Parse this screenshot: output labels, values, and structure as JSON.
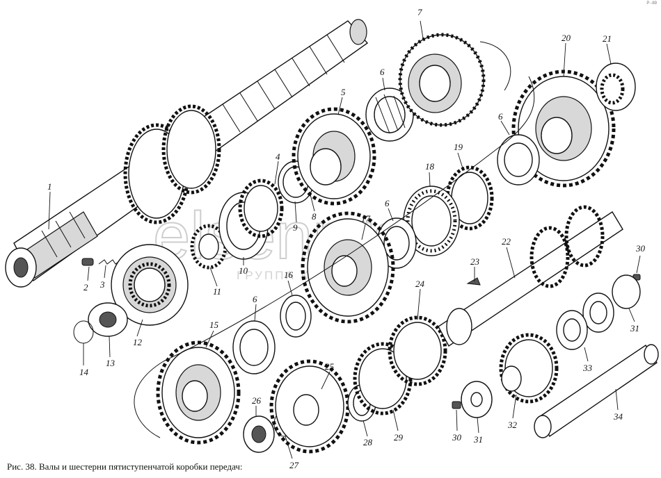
{
  "figure": {
    "caption": "Рис. 38. Валы и шестерни пятиступенчатой коробки передач:",
    "corner_mark": "Р·-89"
  },
  "watermark": {
    "brand": "elsenpro",
    "subtitle": "ГРУППА КОМПАНИЙ"
  },
  "part_numbers": [
    {
      "key": "p1",
      "label": "1"
    },
    {
      "key": "p2",
      "label": "2"
    },
    {
      "key": "p3",
      "label": "3"
    },
    {
      "key": "p4",
      "label": "4"
    },
    {
      "key": "p5",
      "label": "5"
    },
    {
      "key": "p6a",
      "label": "6"
    },
    {
      "key": "p6b",
      "label": "6"
    },
    {
      "key": "p6c",
      "label": "6"
    },
    {
      "key": "p6d",
      "label": "6"
    },
    {
      "key": "p7",
      "label": "7"
    },
    {
      "key": "p8",
      "label": "8"
    },
    {
      "key": "p9",
      "label": "9"
    },
    {
      "key": "p10",
      "label": "10"
    },
    {
      "key": "p11",
      "label": "11"
    },
    {
      "key": "p12",
      "label": "12"
    },
    {
      "key": "p13",
      "label": "13"
    },
    {
      "key": "p14",
      "label": "14"
    },
    {
      "key": "p15",
      "label": "15"
    },
    {
      "key": "p16",
      "label": "16"
    },
    {
      "key": "p17",
      "label": "17"
    },
    {
      "key": "p18",
      "label": "18"
    },
    {
      "key": "p19",
      "label": "19"
    },
    {
      "key": "p20",
      "label": "20"
    },
    {
      "key": "p21",
      "label": "21"
    },
    {
      "key": "p22",
      "label": "22"
    },
    {
      "key": "p23",
      "label": "23"
    },
    {
      "key": "p24",
      "label": "24"
    },
    {
      "key": "p25",
      "label": "25"
    },
    {
      "key": "p26",
      "label": "26"
    },
    {
      "key": "p27",
      "label": "27"
    },
    {
      "key": "p28",
      "label": "28"
    },
    {
      "key": "p29",
      "label": "29"
    },
    {
      "key": "p30a",
      "label": "30"
    },
    {
      "key": "p30b",
      "label": "30"
    },
    {
      "key": "p31a",
      "label": "31"
    },
    {
      "key": "p31b",
      "label": "31"
    },
    {
      "key": "p32",
      "label": "32"
    },
    {
      "key": "p33",
      "label": "33"
    },
    {
      "key": "p34",
      "label": "34"
    }
  ]
}
